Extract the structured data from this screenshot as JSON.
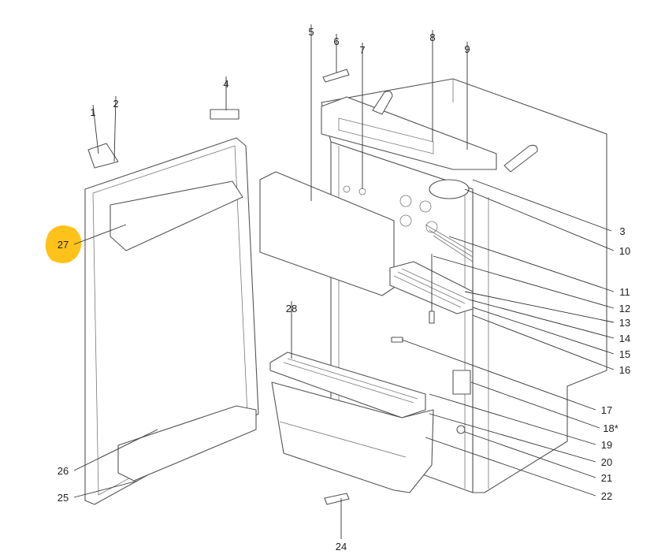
{
  "diagram": {
    "type": "exploded-parts-view",
    "highlight_color": "#FFC21A",
    "highlighted_part": "27",
    "part_labels": [
      "1",
      "2",
      "3",
      "4",
      "5",
      "6",
      "7",
      "8",
      "9",
      "10",
      "11",
      "12",
      "13",
      "14",
      "15",
      "16",
      "17",
      "18*",
      "19",
      "20",
      "21",
      "22",
      "24",
      "25",
      "26",
      "27",
      "28"
    ]
  }
}
